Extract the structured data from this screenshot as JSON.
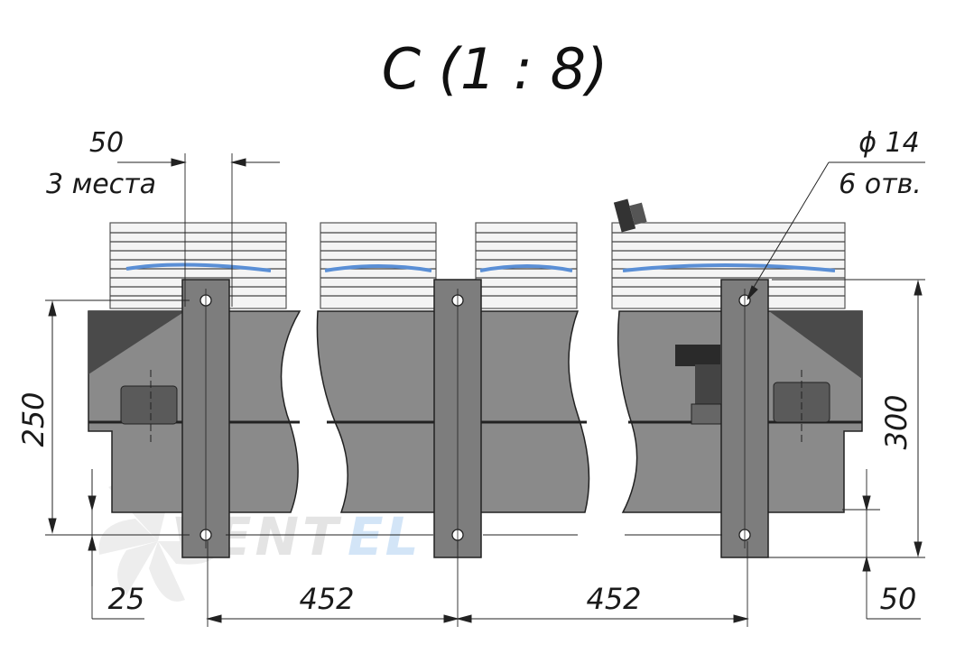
{
  "title": "С (1 : 8)",
  "dimensions": {
    "bracket_width": "50",
    "bracket_count_note": "3 места",
    "hole_diameter": "ϕ 14",
    "hole_count_note": "6 отв.",
    "height_body": "250",
    "height_total": "300",
    "offset_left": "25",
    "spacing_1": "452",
    "spacing_2": "452",
    "offset_bottom_right": "50"
  },
  "watermark": {
    "part1": "VENT",
    "part2": "EL"
  },
  "colors": {
    "body": "#8a8a8a",
    "body_dark": "#4a4a4a",
    "bracket": "#7d7d7d",
    "line": "#222222",
    "grille": "#cfcfcf",
    "fan_blue": "#5a8fd6",
    "watermark_grey": "#e4e4e4",
    "watermark_blue": "#cfe3f7"
  }
}
